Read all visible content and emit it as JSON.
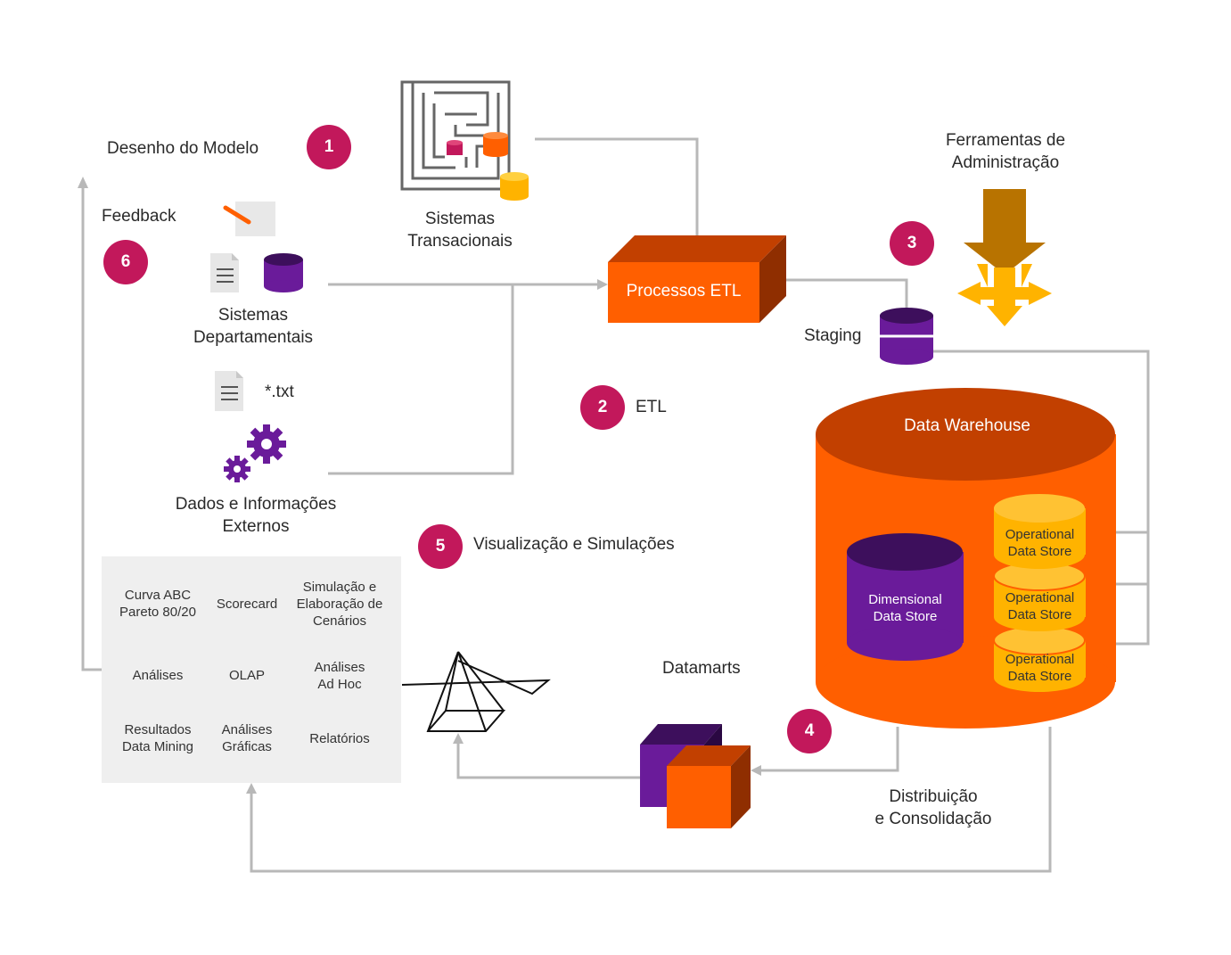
{
  "colors": {
    "orange": "#ff5f00",
    "orange_dark": "#c24000",
    "orange_side": "#8f2e00",
    "purple": "#6a1b9a",
    "purple_dark": "#3d0f5c",
    "yellow": "#ffb300",
    "badge": "#c2185b",
    "connector": "#b8b8b8"
  },
  "steps": [
    {
      "number": "1",
      "label": "Desenho do Modelo"
    },
    {
      "number": "2",
      "label": "ETL"
    },
    {
      "number": "3",
      "label": ""
    },
    {
      "number": "4",
      "label": ""
    },
    {
      "number": "5",
      "label": "Visualização e Simulações"
    },
    {
      "number": "6",
      "label": "Feedback"
    }
  ],
  "sources": {
    "transacionais": {
      "line1": "Sistemas",
      "line2": "Transacionais"
    },
    "departamentais": {
      "line1": "Sistemas",
      "line2": "Departamentais"
    },
    "txt": "*.txt",
    "externos": {
      "line1": "Dados e Informações",
      "line2": "Externos"
    }
  },
  "etl_box": "Processos ETL",
  "staging": "Staging",
  "admin_tools": {
    "line1": "Ferramentas de",
    "line2": "Administração"
  },
  "data_warehouse": {
    "title": "Data Warehouse",
    "dimensional": {
      "line1": "Dimensional",
      "line2": "Data Store"
    },
    "operational": [
      {
        "line1": "Operational",
        "line2": "Data Store"
      },
      {
        "line1": "Operational",
        "line2": "Data Store"
      },
      {
        "line1": "Operational",
        "line2": "Data Store"
      }
    ]
  },
  "datamarts": "Datamarts",
  "distribution": {
    "line1": "Distribuição",
    "line2": "e Consolidação"
  },
  "tools": [
    {
      "line1": "Curva ABC",
      "line2": "Pareto 80/20"
    },
    {
      "line1": "Scorecard",
      "line2": ""
    },
    {
      "line1": "Simulação e",
      "line2": "Elaboração de",
      "line3": "Cenários"
    },
    {
      "line1": "Análises",
      "line2": ""
    },
    {
      "line1": "OLAP",
      "line2": ""
    },
    {
      "line1": "Análises",
      "line2": "Ad Hoc"
    },
    {
      "line1": "Resultados",
      "line2": "Data Mining"
    },
    {
      "line1": "Análises",
      "line2": "Gráficas"
    },
    {
      "line1": "Relatórios",
      "line2": ""
    }
  ],
  "icons": [
    "maze-icon",
    "document-icon",
    "database-icon",
    "gears-icon",
    "pencil-icon",
    "down-arrow-icon",
    "pyramid-icon",
    "cube-icon"
  ]
}
